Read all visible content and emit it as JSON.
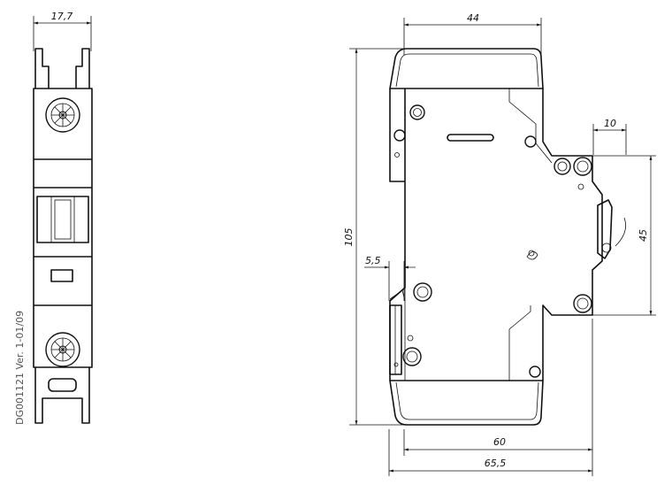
{
  "document_id": "DG001121 Ver. 1-01/09",
  "dimensions": {
    "front_width": "17,7",
    "side_top_width": "44",
    "rail_offset": "10",
    "height": "105",
    "rail_height": "45",
    "back_offset": "5,5",
    "body_depth": "60",
    "total_depth": "65,5"
  },
  "colors": {
    "line": "#111111",
    "background": "#ffffff"
  }
}
